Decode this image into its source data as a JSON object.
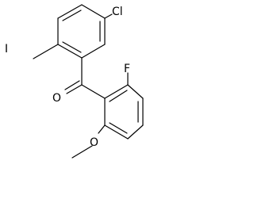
{
  "molecule": {
    "atoms": {
      "chlorine": "Cl",
      "iodine": "I",
      "oxygen_carbonyl": "O",
      "fluorine": "F",
      "oxygen_methoxy": "O"
    }
  }
}
